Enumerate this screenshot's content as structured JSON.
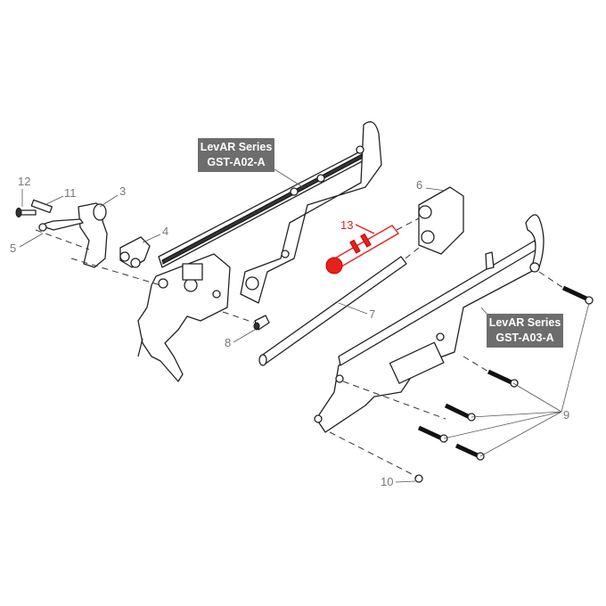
{
  "labels": {
    "upper": {
      "line1": "LevAR Series",
      "line2": "GST-A02-A"
    },
    "lower": {
      "line1": "LevAR Series",
      "line2": "GST-A03-A"
    }
  },
  "callouts": {
    "p3": "3",
    "p4": "4",
    "p5": "5",
    "p6": "6",
    "p7": "7",
    "p8": "8",
    "p9": "9",
    "p10": "10",
    "p11": "11",
    "p12": "12",
    "p13": "13"
  },
  "colors": {
    "highlight": "#e8201b",
    "label_bg": "#6d6d6d"
  }
}
